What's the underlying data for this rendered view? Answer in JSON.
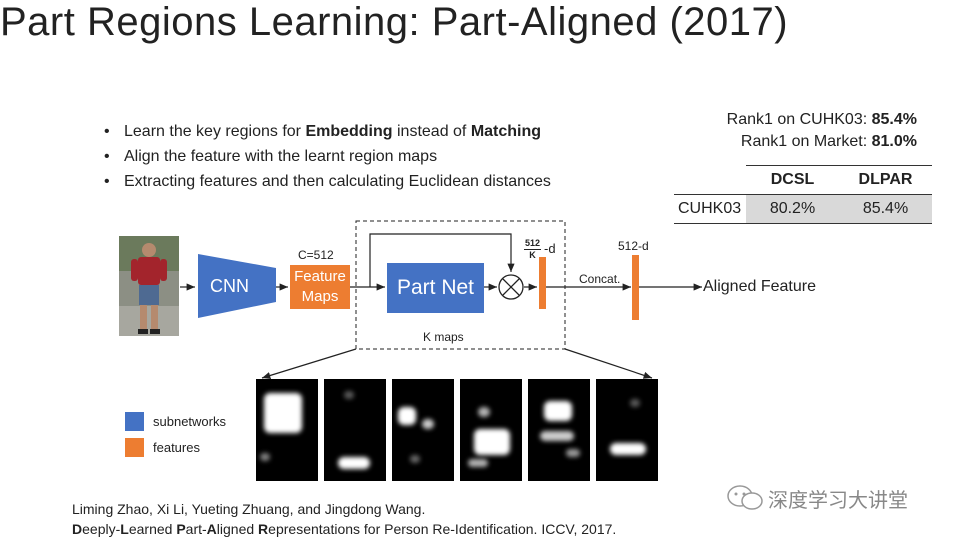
{
  "title": "Part Regions Learning: Part-Aligned (2017)",
  "bullets": [
    {
      "pre": "Learn the key regions for ",
      "b1": "Embedding",
      "mid": " instead of ",
      "b2": "Matching"
    },
    {
      "text": "Align the feature with the learnt region maps"
    },
    {
      "text": "Extracting features and then calculating Euclidean distances"
    }
  ],
  "rank": [
    {
      "label": "Rank1 on CUHK03: ",
      "value": "85.4%"
    },
    {
      "label": "Rank1 on    Market: ",
      "value": "81.0%"
    }
  ],
  "results_table": {
    "headers": [
      "",
      "DCSL",
      "DLPAR"
    ],
    "row": [
      "CUHK03",
      "80.2%",
      "85.4%"
    ]
  },
  "diagram": {
    "cnn": "CNN",
    "c512": "C=512",
    "feature_maps": [
      "Feature",
      "Maps"
    ],
    "part_net": "Part Net",
    "frac_num": "512",
    "frac_den": "K",
    "frac_suffix": "-d",
    "concat": "Concat.",
    "dim512": "512-d",
    "aligned": "Aligned Feature",
    "k_maps": "K maps"
  },
  "legend": [
    {
      "label": "subnetworks",
      "color": "#4472c4"
    },
    {
      "label": "features",
      "color": "#ed7d31"
    }
  ],
  "colors": {
    "blue": "#4472c4",
    "orange": "#ed7d31"
  },
  "reference": {
    "authors": "Liming Zhao, Xi Li, Yueting Zhuang, and Jingdong Wang.",
    "t1b": "D",
    "t1": "eeply-",
    "t2b": "L",
    "t2": "earned ",
    "t3b": "P",
    "t3": "art-",
    "t4b": "A",
    "t4": "ligned ",
    "t5b": "R",
    "t5": "epresentations for Person Re-Identification. ICCV, 2017."
  },
  "watermark": "深度学习大讲堂"
}
